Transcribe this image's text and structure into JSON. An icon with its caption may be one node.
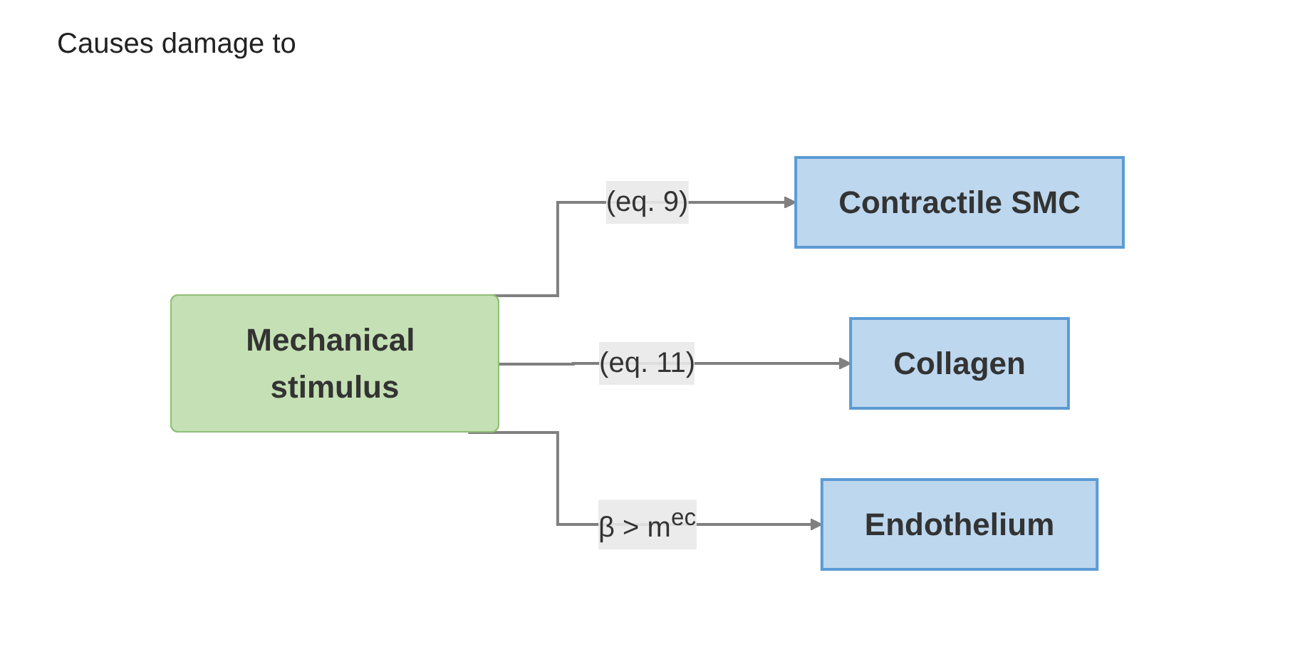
{
  "diagram": {
    "nodes": [
      {
        "text": [
          "Mechanical stimulus"
        ]
      },
      {
        "text": [
          "Contractile SMC"
        ]
      },
      {
        "text": [
          "Collagen"
        ]
      },
      {
        "text": [
          "Endothelium"
        ]
      }
    ],
    "edges": [
      {
        "from": 0,
        "to": 1,
        "arrow": "to",
        "label": "(eq. 9)"
      },
      {
        "from": 0,
        "to": 2,
        "arrow": "to",
        "label": "(eq. 11)"
      },
      {
        "from": 0,
        "to": 3,
        "arrow": "to",
        "label": "β > m$^{ec}$"
      }
    ],
    "labels": [
      "Causes damage to"
    ]
  }
}
